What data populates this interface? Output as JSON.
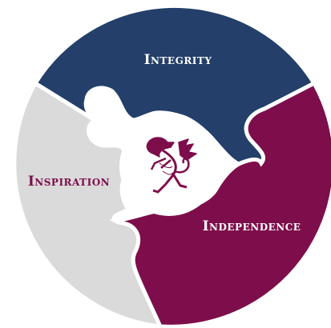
{
  "segments": [
    {
      "id": "integrity",
      "label": "Integrity",
      "color": "#233f6a"
    },
    {
      "id": "independence",
      "label": "Independence",
      "color": "#7d0e4b"
    },
    {
      "id": "inspiration",
      "label": "Inspiration",
      "color": "#dadada"
    }
  ],
  "center": {
    "emblem": "dragon-crest-icon",
    "emblem_color": "#7d0e4b",
    "background": "#ffffff"
  },
  "colors": {
    "text_light": "#ffffff",
    "text_dark": "#7d0e4b",
    "outline": "#ffffff"
  }
}
